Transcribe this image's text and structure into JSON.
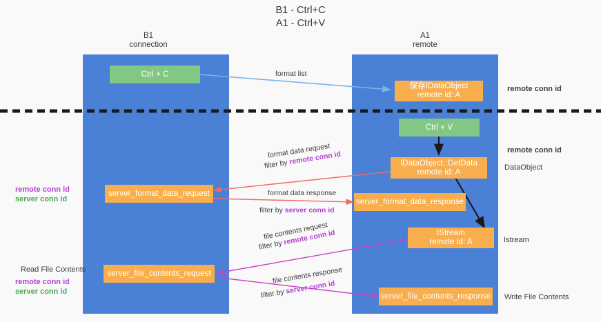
{
  "title": {
    "line1": "B1 - Ctrl+C",
    "line2": "A1 - Ctrl+V"
  },
  "columns": [
    {
      "name": "B1",
      "role": "connection"
    },
    {
      "name": "A1",
      "role": "remote"
    }
  ],
  "colors": {
    "lane": "#4a80d6",
    "green_node": "#83c785",
    "orange_node": "#f9ae4d",
    "purple_text": "#b23fd0",
    "green_text": "#4aa84e",
    "blue_arrow": "#7ab3e8",
    "red_arrow": "#ef6a63",
    "magenta_arrow": "#c740c7",
    "black_arrow": "#1a1a1a",
    "divider": "#1a1a1a",
    "background": "#f9f9f9"
  },
  "nodes": {
    "ctrl_c": {
      "label": "Ctrl + C"
    },
    "save_idataobject": {
      "line1": "保存IDataObject",
      "line2": "remote id: A"
    },
    "ctrl_v": {
      "label": "Ctrl + V"
    },
    "getdata": {
      "line1": "IDataObject::GetData",
      "line2": "remote id: A"
    },
    "server_format_data_request": {
      "label": "server_format_data_request"
    },
    "server_format_data_response": {
      "label": "server_format_data_response"
    },
    "istream": {
      "line1": "IStream",
      "line2": "remote id: A"
    },
    "server_file_contents_request": {
      "label": "server_file_contents_request"
    },
    "server_file_contents_response": {
      "label": "server_file_contents_response"
    }
  },
  "edge_labels": {
    "format_list": "format list",
    "format_data_request": "format data request",
    "format_data_request_filter_prefix": "filter by ",
    "format_data_request_filter_key": "remote conn id",
    "format_data_response": "format data response",
    "format_data_response_filter_prefix": "filter by ",
    "format_data_response_filter_key": "server conn id",
    "file_contents_request": "file contents request",
    "file_contents_request_filter_prefix": "filter by ",
    "file_contents_request_filter_key": "remote conn id",
    "file_contents_response": "file contents response",
    "file_contents_response_filter_prefix": "filter by ",
    "file_contents_response_filter_key": "server conn id"
  },
  "annotations": {
    "left_mid": {
      "line1": "remote conn id",
      "line2": "server conn id"
    },
    "left_bottom_heading": "Read File Contents",
    "left_bottom": {
      "line1": "remote conn id",
      "line2": "server conn id"
    },
    "right_top": "remote conn id",
    "right_getdata_conn": "remote conn id",
    "right_dataobject": "DataObject",
    "right_istream": "Istream",
    "right_write": "Write File Contents"
  }
}
